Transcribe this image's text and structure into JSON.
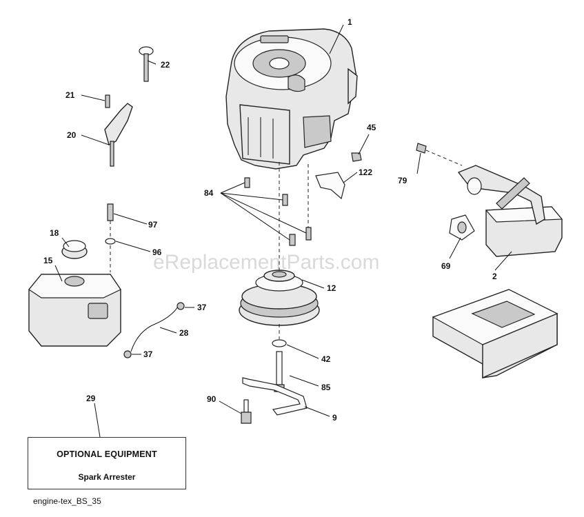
{
  "watermark": "eReplacementParts.com",
  "diagram_code": "engine-tex_BS_35",
  "optional_box": {
    "title": "OPTIONAL EQUIPMENT",
    "item": "Spark Arrester"
  },
  "callouts": {
    "p1": "1",
    "p2": "2",
    "p9": "9",
    "p12": "12",
    "p15": "15",
    "p18": "18",
    "p20": "20",
    "p21": "21",
    "p22": "22",
    "p28": "28",
    "p29": "29",
    "p37a": "37",
    "p37b": "37",
    "p42": "42",
    "p45": "45",
    "p69": "69",
    "p79": "79",
    "p84": "84",
    "p85": "85",
    "p90": "90",
    "p96": "96",
    "p97": "97",
    "p122": "122"
  }
}
